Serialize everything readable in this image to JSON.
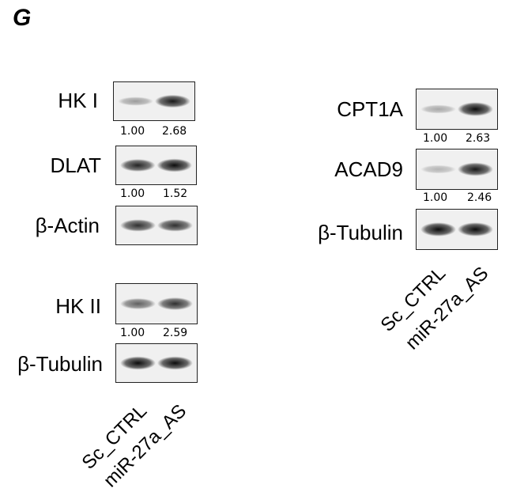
{
  "panel_letter": "G",
  "left": {
    "blots": [
      {
        "key": "hk1",
        "label": "HK I",
        "quant": [
          "1.00",
          "2.68"
        ],
        "band_darkness": [
          0.35,
          0.9
        ]
      },
      {
        "key": "dlat",
        "label": "DLAT",
        "quant": [
          "1.00",
          "1.52"
        ],
        "band_darkness": [
          0.85,
          0.95
        ]
      },
      {
        "key": "actin",
        "label": "β-Actin",
        "quant": [],
        "band_darkness": [
          0.8,
          0.8
        ]
      },
      {
        "key": "hk2",
        "label": "HK II",
        "quant": [
          "1.00",
          "2.59"
        ],
        "band_darkness": [
          0.6,
          0.8
        ]
      },
      {
        "key": "tub_left",
        "label": "β-Tubulin",
        "quant": [],
        "band_darkness": [
          0.95,
          0.95
        ]
      }
    ],
    "lanes": [
      "Sc_CTRL",
      "miR-27a_AS"
    ]
  },
  "right": {
    "blots": [
      {
        "key": "cpt1a",
        "label": "CPT1A",
        "quant": [
          "1.00",
          "2.63"
        ],
        "band_darkness": [
          0.3,
          0.95
        ]
      },
      {
        "key": "acad9",
        "label": "ACAD9",
        "quant": [
          "1.00",
          "2.46"
        ],
        "band_darkness": [
          0.25,
          0.9
        ]
      },
      {
        "key": "tub_right",
        "label": "β-Tubulin",
        "quant": [],
        "band_darkness": [
          0.95,
          0.95
        ]
      }
    ],
    "lanes": [
      "Sc_CTRL",
      "miR-27a_AS"
    ]
  }
}
